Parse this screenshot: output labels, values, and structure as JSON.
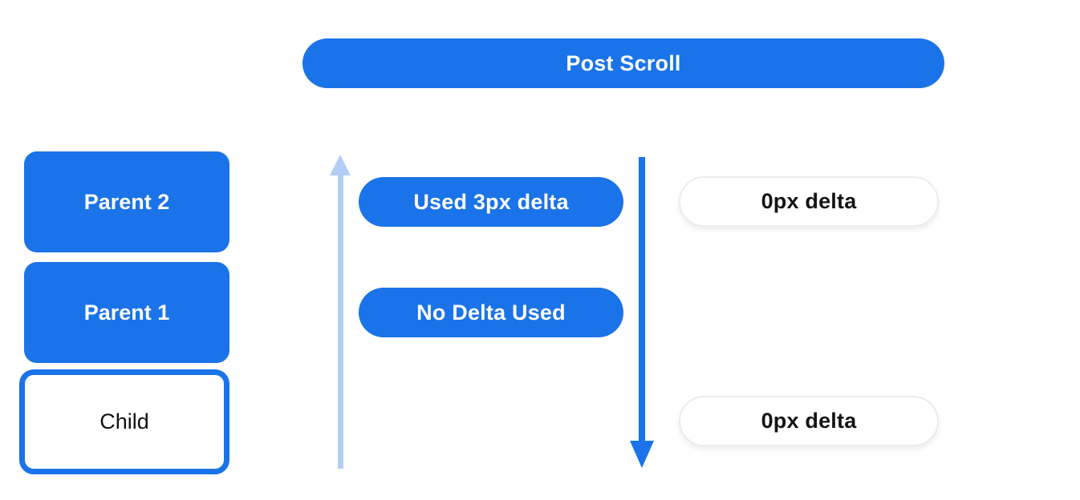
{
  "colors": {
    "primary_blue": "#1a73e8",
    "light_blue_arrow": "#b3cdf6",
    "white_pill_border": "#ececec",
    "dark_text": "#141414",
    "background": "#ffffff"
  },
  "header": {
    "label": "Post Scroll"
  },
  "left_column": {
    "parents": [
      {
        "label": "Parent 2"
      },
      {
        "label": "Parent 1"
      }
    ],
    "child": {
      "label": "Child"
    }
  },
  "middle_column": {
    "up_arrow_icon": "light-blue-arrow-up",
    "down_arrow_icon": "blue-arrow-down",
    "pills": [
      {
        "label": "Used 3px delta"
      },
      {
        "label": "No Delta Used"
      }
    ]
  },
  "right_column": {
    "pills": [
      {
        "label": "0px delta"
      },
      {
        "label": "0px delta"
      }
    ]
  }
}
